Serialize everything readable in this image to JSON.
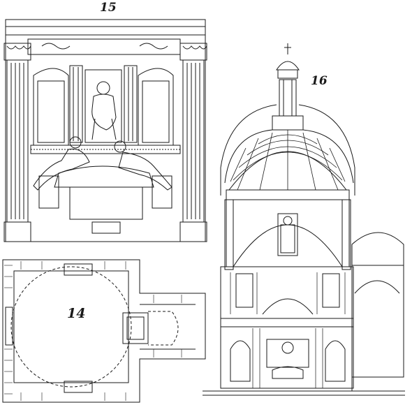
{
  "plate": {
    "ink_color": "#1a1a1a",
    "paper_color": "#ffffff",
    "figures": [
      {
        "id": "fig15",
        "label": "15"
      },
      {
        "id": "fig16",
        "label": "16"
      },
      {
        "id": "fig14",
        "label": "14"
      }
    ]
  }
}
